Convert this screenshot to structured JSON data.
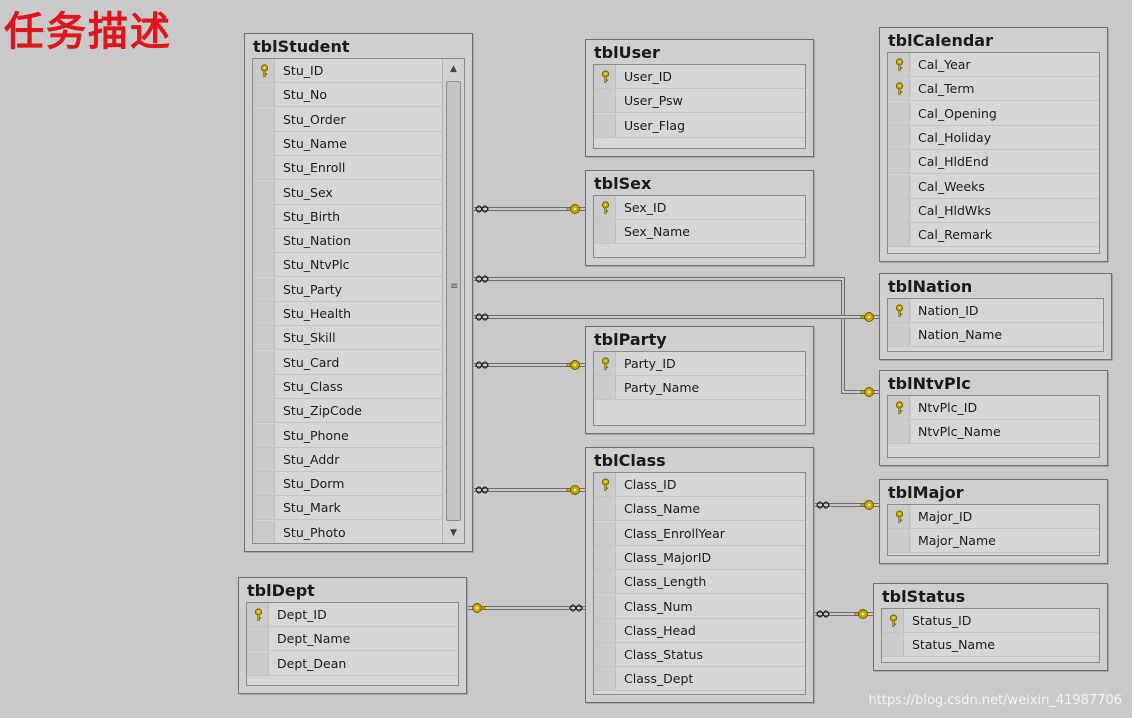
{
  "heading": "任务描述",
  "watermark": "https://blog.csdn.net/weixin_41987706",
  "icons": {
    "primary_key": "key-icon",
    "one_end": "key-icon",
    "many_end": "infinity-icon"
  },
  "colors": {
    "key": "#c8a400",
    "heading": "#e0141b"
  },
  "tables": [
    {
      "id": "tblStudent",
      "title": "tblStudent",
      "scrollable": true,
      "columns": [
        {
          "name": "Stu_ID",
          "pk": true
        },
        {
          "name": "Stu_No"
        },
        {
          "name": "Stu_Order"
        },
        {
          "name": "Stu_Name"
        },
        {
          "name": "Stu_Enroll"
        },
        {
          "name": "Stu_Sex"
        },
        {
          "name": "Stu_Birth"
        },
        {
          "name": "Stu_Nation"
        },
        {
          "name": "Stu_NtvPlc"
        },
        {
          "name": "Stu_Party"
        },
        {
          "name": "Stu_Health"
        },
        {
          "name": "Stu_Skill"
        },
        {
          "name": "Stu_Card"
        },
        {
          "name": "Stu_Class"
        },
        {
          "name": "Stu_ZipCode"
        },
        {
          "name": "Stu_Phone"
        },
        {
          "name": "Stu_Addr"
        },
        {
          "name": "Stu_Dorm"
        },
        {
          "name": "Stu_Mark"
        },
        {
          "name": "Stu_Photo"
        }
      ]
    },
    {
      "id": "tblUser",
      "title": "tblUser",
      "columns": [
        {
          "name": "User_ID",
          "pk": true
        },
        {
          "name": "User_Psw"
        },
        {
          "name": "User_Flag"
        }
      ]
    },
    {
      "id": "tblSex",
      "title": "tblSex",
      "columns": [
        {
          "name": "Sex_ID",
          "pk": true
        },
        {
          "name": "Sex_Name"
        }
      ]
    },
    {
      "id": "tblParty",
      "title": "tblParty",
      "columns": [
        {
          "name": "Party_ID",
          "pk": true
        },
        {
          "name": "Party_Name"
        }
      ]
    },
    {
      "id": "tblClass",
      "title": "tblClass",
      "columns": [
        {
          "name": "Class_ID",
          "pk": true
        },
        {
          "name": "Class_Name"
        },
        {
          "name": "Class_EnrollYear"
        },
        {
          "name": "Class_MajorID"
        },
        {
          "name": "Class_Length"
        },
        {
          "name": "Class_Num"
        },
        {
          "name": "Class_Head"
        },
        {
          "name": "Class_Status"
        },
        {
          "name": "Class_Dept"
        }
      ]
    },
    {
      "id": "tblCalendar",
      "title": "tblCalendar",
      "columns": [
        {
          "name": "Cal_Year",
          "pk": true
        },
        {
          "name": "Cal_Term",
          "pk": true
        },
        {
          "name": "Cal_Opening"
        },
        {
          "name": "Cal_Holiday"
        },
        {
          "name": "Cal_HldEnd"
        },
        {
          "name": "Cal_Weeks"
        },
        {
          "name": "Cal_HldWks"
        },
        {
          "name": "Cal_Remark"
        }
      ]
    },
    {
      "id": "tblNation",
      "title": "tblNation",
      "columns": [
        {
          "name": "Nation_ID",
          "pk": true
        },
        {
          "name": "Nation_Name"
        }
      ]
    },
    {
      "id": "tblNtvPlc",
      "title": "tblNtvPlc",
      "columns": [
        {
          "name": "NtvPlc_ID",
          "pk": true
        },
        {
          "name": "NtvPlc_Name"
        }
      ]
    },
    {
      "id": "tblMajor",
      "title": "tblMajor",
      "columns": [
        {
          "name": "Major_ID",
          "pk": true
        },
        {
          "name": "Major_Name"
        }
      ]
    },
    {
      "id": "tblStatus",
      "title": "tblStatus",
      "columns": [
        {
          "name": "Status_ID",
          "pk": true
        },
        {
          "name": "Status_Name"
        }
      ]
    },
    {
      "id": "tblDept",
      "title": "tblDept",
      "columns": [
        {
          "name": "Dept_ID",
          "pk": true
        },
        {
          "name": "Dept_Name"
        },
        {
          "name": "Dept_Dean"
        }
      ]
    }
  ],
  "relationships": [
    {
      "from": "tblStudent",
      "to": "tblSex"
    },
    {
      "from": "tblStudent",
      "to": "tblNtvPlc"
    },
    {
      "from": "tblStudent",
      "to": "tblNation"
    },
    {
      "from": "tblStudent",
      "to": "tblParty"
    },
    {
      "from": "tblStudent",
      "to": "tblClass"
    },
    {
      "from": "tblClass",
      "to": "tblMajor"
    },
    {
      "from": "tblClass",
      "to": "tblStatus"
    },
    {
      "from": "tblClass",
      "to": "tblDept"
    }
  ]
}
